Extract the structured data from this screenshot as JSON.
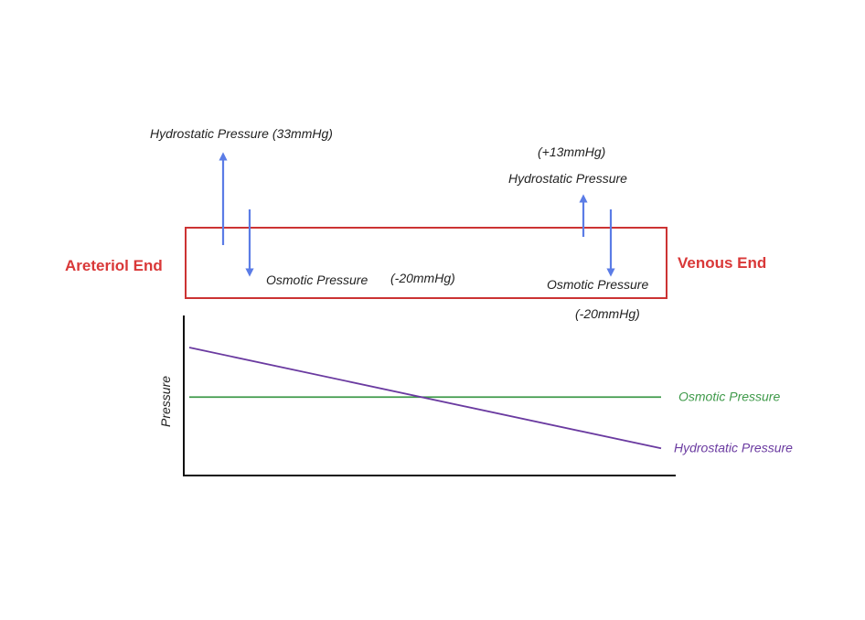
{
  "colors": {
    "capillary": "#cc3333",
    "arrow": "#5b7ce6",
    "end_label": "#d93838",
    "osmotic": "#3f9a4a",
    "hydrostatic": "#6a3aa0",
    "axis": "#111111",
    "text": "#222222"
  },
  "capillary": {
    "arterial_label": "Areteriol End",
    "venous_label": "Venous End"
  },
  "arterial_end": {
    "hydrostatic_label": "Hydrostatic Pressure (33mmHg)",
    "osmotic_label": "Osmotic Pressure",
    "osmotic_value": "(-20mmHg)"
  },
  "venous_end": {
    "hydrostatic_value": "(+13mmHg)",
    "hydrostatic_label": "Hydrostatic Pressure",
    "osmotic_label": "Osmotic Pressure",
    "osmotic_value": "(-20mmHg)"
  },
  "chart_data": {
    "type": "line",
    "ylabel": "Pressure",
    "xlabel": "",
    "x": [
      0,
      1
    ],
    "ylim": [
      0,
      1
    ],
    "series": [
      {
        "name": "Osmotic Pressure",
        "values": [
          0.49,
          0.49
        ],
        "color": "#3f9a4a"
      },
      {
        "name": "Hydrostatic Pressure",
        "values": [
          0.8,
          0.17
        ],
        "color": "#6a3aa0"
      }
    ]
  }
}
